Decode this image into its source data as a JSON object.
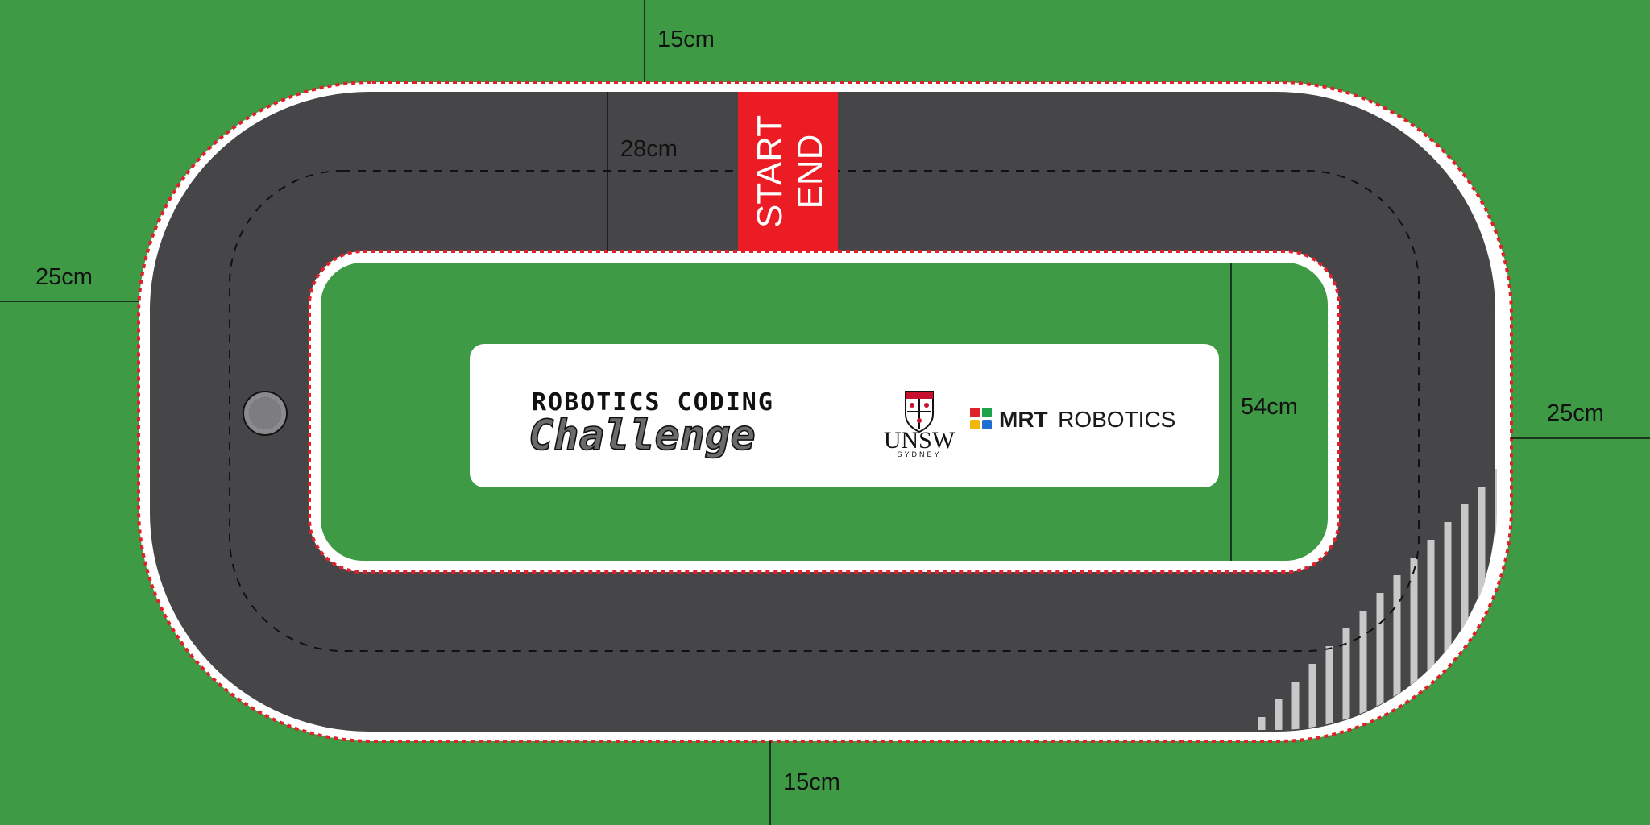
{
  "colors": {
    "grass": "#3f9a45",
    "asphalt": "#464547",
    "curb_white": "#ffffff",
    "curb_red": "#e0202a",
    "start_block": "#ec1c24",
    "lane_dash": "#111111",
    "banner": "#ffffff"
  },
  "track": {
    "start_label": "START",
    "end_label": "END"
  },
  "dimensions": {
    "top_gap": "15cm",
    "track_width_top": "28cm",
    "left_gap": "25cm",
    "right_gap": "25cm",
    "inner_height": "54cm",
    "bottom_gap": "15cm"
  },
  "banner": {
    "title_line1": "ROBOTICS CODING",
    "title_line2": "Challenge",
    "unsw_name": "UNSW",
    "unsw_sub": "SYDNEY",
    "mrt_bold": "MRT",
    "mrt_light": "ROBOTICS"
  },
  "icons": {
    "marker": "circle-marker-icon",
    "unsw_crest": "unsw-crest-icon",
    "mrt_logo": "mrt-logo-icon"
  }
}
